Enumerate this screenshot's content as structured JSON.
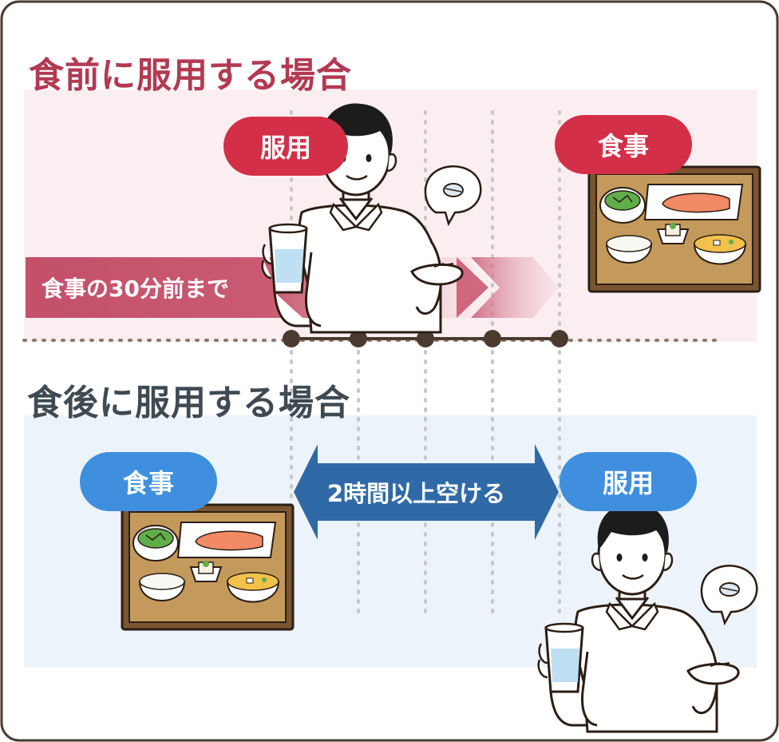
{
  "sections": {
    "before": {
      "title": "食前に服用する場合",
      "take_label": "服用",
      "meal_label": "食事",
      "band_label": "食事の30分前まで"
    },
    "after": {
      "title": "食後に服用する場合",
      "meal_label": "食事",
      "take_label": "服用",
      "band_label": "2時間以上空ける"
    }
  },
  "colors": {
    "before_accent": "#d32f48",
    "before_title": "#b23a52",
    "before_band": "#c4506a",
    "after_accent": "#3f8fde",
    "after_title": "#3f4a52",
    "after_band": "#2f6aa6",
    "timeline": "#4a3a30",
    "frame": "#4a3a30"
  },
  "icons": [
    "person-with-water-icon",
    "pill-speech-bubble-icon",
    "meal-tray-icon"
  ]
}
